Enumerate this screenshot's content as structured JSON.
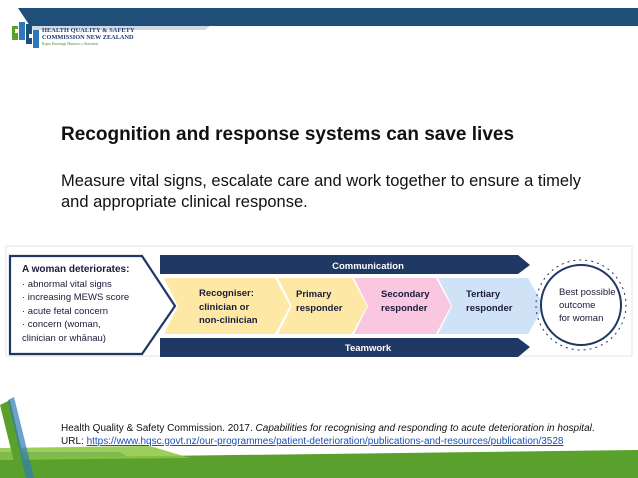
{
  "logo": {
    "line1": "HEALTH QUALITY & SAFETY",
    "line2": "COMMISSION NEW ZEALAND",
    "tagline": "Kupu Taurangi Hauora o Aotearoa"
  },
  "slide": {
    "title": "Recognition and response systems can save lives",
    "subtitle": "Measure vital signs, escalate care and work together to ensure a timely and appropriate clinical response."
  },
  "diagram": {
    "left_box": {
      "heading": "A woman deteriorates:",
      "lines": [
        "· abnormal vital signs",
        "· increasing MEWS score",
        "· acute fetal concern",
        "· concern (woman,",
        "clinician or whānau)"
      ]
    },
    "top_bar": "Communication",
    "bottom_bar": "Teamwork",
    "steps": [
      {
        "lines": [
          "Recogniser:",
          "clinician or",
          "non-clinician"
        ],
        "color": "#fde9a5"
      },
      {
        "lines": [
          "Primary",
          "responder"
        ],
        "color": "#fde9a5"
      },
      {
        "lines": [
          "Secondary",
          "responder"
        ],
        "color": "#f9c7e0"
      },
      {
        "lines": [
          "Tertiary",
          "responder"
        ],
        "color": "#cfe2f6"
      }
    ],
    "outcome": [
      "Best possible",
      "outcome",
      "for woman"
    ],
    "colors": {
      "navy": "#1f3864",
      "text_dark": "#1a1a3a"
    }
  },
  "citation": {
    "text_plain": "Health Quality & Safety Commission. 2017. ",
    "text_italic": "Capabilities for recognising and responding to acute deterioration in hospital",
    "text_end": ".",
    "url_label": "URL: ",
    "url": "https://www.hqsc.govt.nz/our-programmes/patient-deterioration/publications-and-resources/publication/3528"
  }
}
